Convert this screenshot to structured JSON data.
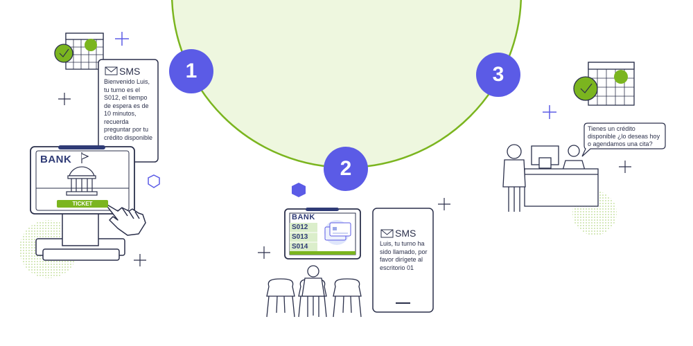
{
  "colors": {
    "accent_purple": "#5b5be6",
    "accent_green": "#7bb51f",
    "outline": "#2a2f4a",
    "circle_fill": "#eef7df",
    "circle_stroke": "#7bb51f"
  },
  "steps": [
    {
      "number": "1"
    },
    {
      "number": "2"
    },
    {
      "number": "3"
    }
  ],
  "step1": {
    "sms_title": "SMS",
    "sms_body": "Bienvenido Luis, tu turno es el S012, el tiempo de espera es de 10 minutos, recuerda preguntar por tu crédito disponible",
    "kiosk_logo": "BANK",
    "ticket_label": "TICKET"
  },
  "step2": {
    "screen_logo": "BANK",
    "queue": [
      "S012",
      "S013",
      "S014"
    ],
    "sms_title": "SMS",
    "sms_body": "Luis, tu turno ha sido llamado, por favor dirígete al escritorio 01"
  },
  "step3": {
    "bubble_text": "Tienes un crédito disponible ¿lo deseas hoy o agendamos una cita?"
  },
  "icons": [
    "calendar-icon",
    "clock-icon",
    "envelope-icon",
    "bank-building-icon",
    "pointing-hand-icon",
    "credit-card-icon",
    "sparkle-icon",
    "hexagon-icon"
  ]
}
